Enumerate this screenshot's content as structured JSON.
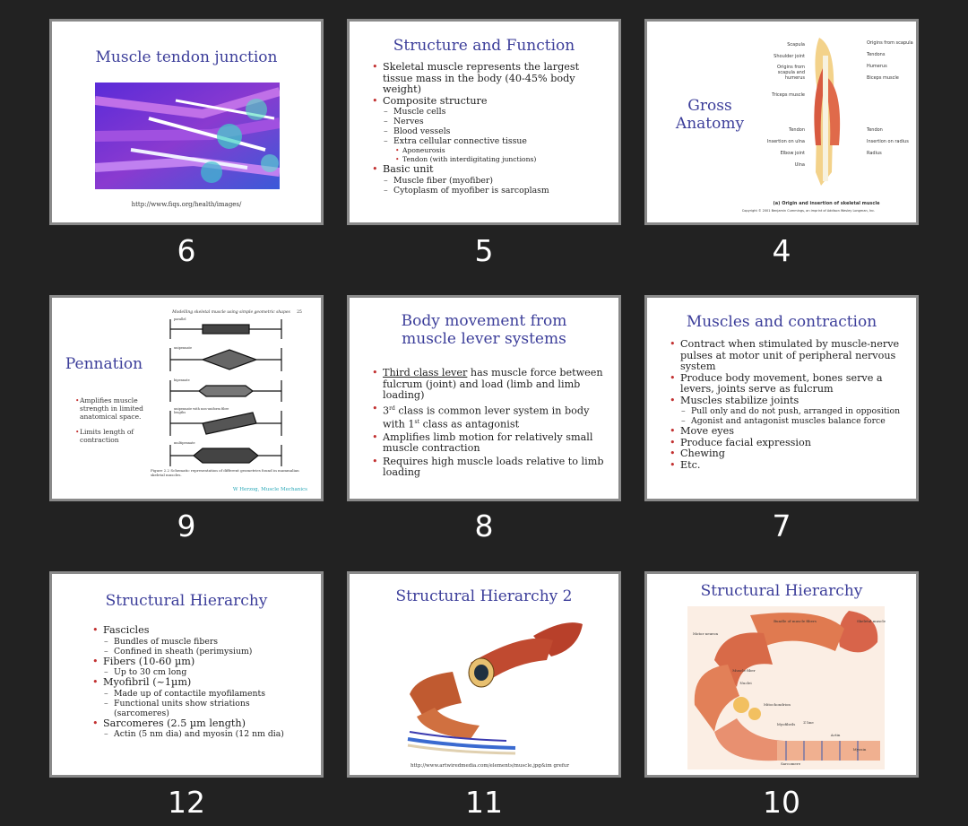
{
  "slides": [
    {
      "num": "6",
      "title": "Muscle tendon junction",
      "url": "http://www.fiqs.org/health/images/"
    },
    {
      "num": "5",
      "title": "Structure and Function",
      "bullets": [
        {
          "level": 1,
          "text": "Skeletal muscle represents the largest tissue mass in the body (40-45% body weight)"
        },
        {
          "level": 1,
          "text": "Composite structure"
        },
        {
          "level": 2,
          "text": "Muscle cells"
        },
        {
          "level": 2,
          "text": "Nerves"
        },
        {
          "level": 2,
          "text": "Blood vessels"
        },
        {
          "level": 2,
          "text": "Extra cellular connective tissue"
        },
        {
          "level": 3,
          "text": "Aponeurosis"
        },
        {
          "level": 3,
          "text": "Tendon (with interdigitating junctions)"
        },
        {
          "level": 1,
          "text": "Basic unit"
        },
        {
          "level": 2,
          "text": "Muscle fiber (myofiber)"
        },
        {
          "level": 2,
          "text": "Cytoplasm of myofiber is sarcoplasm"
        }
      ]
    },
    {
      "num": "4",
      "title_line1": "Gross",
      "title_line2": "Anatomy",
      "labels_left": [
        "Scapula",
        "Shoulder joint",
        "Origins from scapula and humerus",
        "Triceps muscle",
        "Tendon",
        "Insertion on ulna",
        "Elbow joint",
        "Ulna"
      ],
      "labels_right": [
        "Origins from scapula",
        "Tendons",
        "Humerus",
        "Biceps muscle",
        "Tendon",
        "Insertion on radius",
        "Radius"
      ],
      "caption": "(a)  Origin and insertion of skeletal muscle",
      "copyright": "Copyright © 2001 Benjamin Cummings, an imprint of Addison Wesley Longman, Inc."
    },
    {
      "num": "9",
      "title": "Pennation",
      "fig_title": "Modelling skeletal muscle using simple geometric shapes",
      "fig_page": "25",
      "fig_labels": [
        "parallel",
        "unipennate",
        "bipennate",
        "unipennate with non-uniform fibre lengths",
        "multipennate"
      ],
      "bullets": [
        "Amplifies muscle strength in limited anatomical space.",
        "Limits length of contraction"
      ],
      "fig_caption": "Figure 2.2 Schematic representation of different geometries found in mammalian skeletal muscles.",
      "credit": "W Herzog, Muscle Mechanics"
    },
    {
      "num": "8",
      "title_line1": "Body movement from",
      "title_line2": "muscle lever systems",
      "b1_u": "Third class lever",
      "b1_rest": " has muscle force between fulcrum (joint) and load (limb and limb loading)",
      "b2_pre": "3",
      "b2_sup": "rd",
      "b2_mid": " class is common lever system in body with 1",
      "b2_sup2": "st",
      "b2_post": " class as antagonist",
      "b3": "Amplifies limb motion for relatively small muscle contraction",
      "b4": "Requires high muscle loads relative to limb loading"
    },
    {
      "num": "7",
      "title": "Muscles and contraction",
      "bullets": [
        {
          "level": 1,
          "text": "Contract when stimulated by muscle-nerve pulses at motor unit of peripheral nervous system"
        },
        {
          "level": 1,
          "text": "Produce body movement, bones serve a levers, joints serve as fulcrum"
        },
        {
          "level": 1,
          "text": "Muscles stabilize joints"
        },
        {
          "level": 2,
          "text": "Pull only and do not push, arranged in opposition"
        },
        {
          "level": 2,
          "text": "Agonist and antagonist muscles balance force"
        },
        {
          "level": 1,
          "text": "Move eyes"
        },
        {
          "level": 1,
          "text": "Produce facial expression"
        },
        {
          "level": 1,
          "text": "Chewing"
        },
        {
          "level": 1,
          "text": "Etc."
        }
      ]
    },
    {
      "num": "12",
      "title": "Structural Hierarchy",
      "bullets": [
        {
          "level": 1,
          "text": "Fascicles"
        },
        {
          "level": 2,
          "text": "Bundles of muscle fibers"
        },
        {
          "level": 2,
          "text": "Confined in sheath (perimysium)"
        },
        {
          "level": 1,
          "text": "Fibers (10-60 µm)"
        },
        {
          "level": 2,
          "text": "Up to 30 cm long"
        },
        {
          "level": 1,
          "text": "Myofibril (~1µm)"
        },
        {
          "level": 2,
          "text": "Made up of contactile myofilaments"
        },
        {
          "level": 2,
          "text": "Functional units show striations (sarcomeres)"
        },
        {
          "level": 1,
          "text": "Sarcomeres (2.5 µm length)"
        },
        {
          "level": 2,
          "text": "Actin (5 nm dia) and myosin (12 nm dia)"
        }
      ]
    },
    {
      "num": "11",
      "title": "Structural Hierarchy 2",
      "url": "http://www.artwiredmedia.com/elements/muscle.jpg&im grefur"
    },
    {
      "num": "10",
      "title": "Structural Hierarchy",
      "fig_labels": [
        "Bundle of muscle fibers",
        "Skeletal muscle",
        "Motor neuron",
        "Muscle fiber",
        "Nuclei",
        "Mitochondrion",
        "Myofibrils",
        "Z line",
        "Actin",
        "Myosin",
        "Sarcomere"
      ]
    }
  ],
  "colors": {
    "background": "#222222",
    "title": "#3c3e9a",
    "bullet": "#c23030",
    "border": "#8a8a8a"
  }
}
